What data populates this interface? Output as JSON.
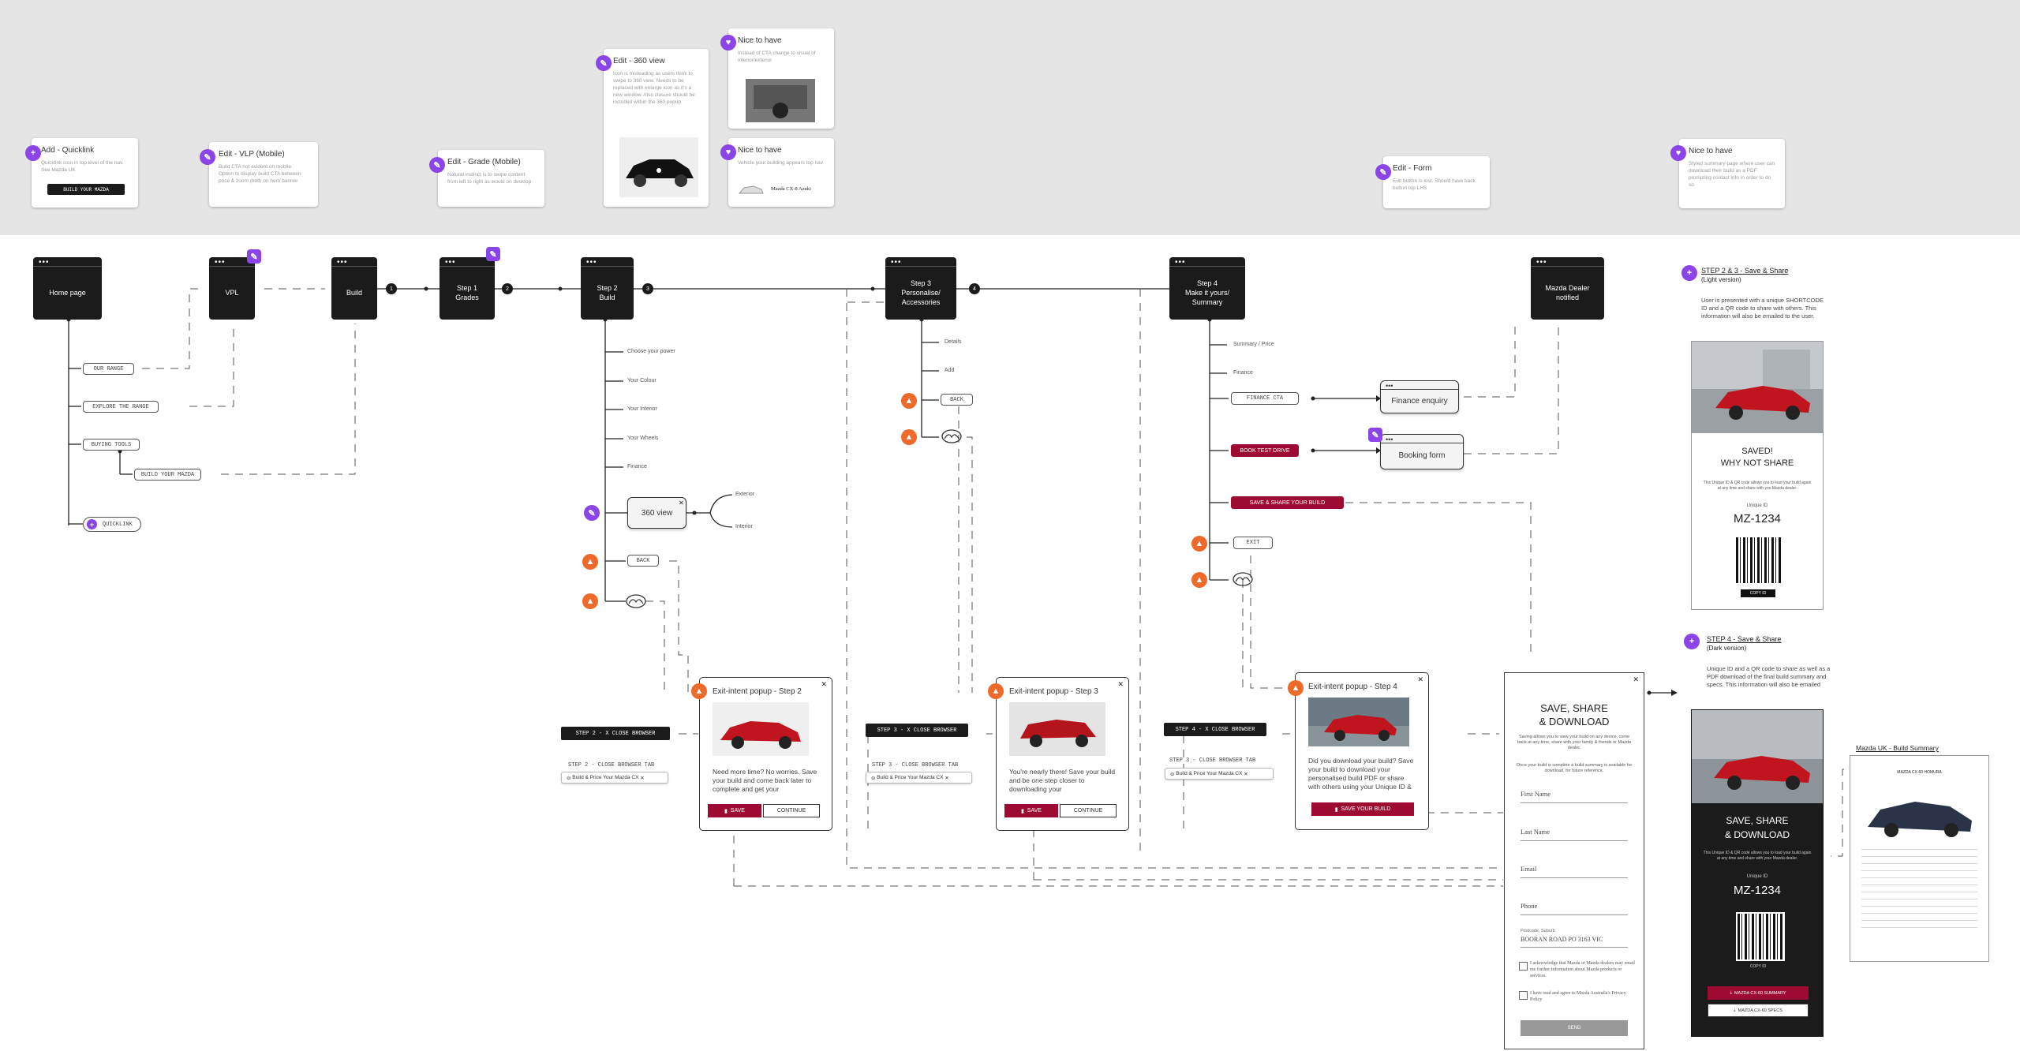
{
  "notes": {
    "quicklink": {
      "title": "Add - Quicklink",
      "body": "Quicklink icon in top level of the nav. See Mazda UK",
      "cta": "BUILD YOUR MAZDA"
    },
    "vlp": {
      "title": "Edit - VLP (Mobile)",
      "body": "Build CTA not evident on mobile. Option to display build CTA between price & zoom (both on hero banner"
    },
    "grade": {
      "title": "Edit - Grade (Mobile)",
      "body": "Natural instinct is to swipe content from left to right as would on desktop"
    },
    "view360": {
      "title": "Edit - 360 view",
      "body": "Icon is misleading as users think to swipe to 360 view. Needs to be replaced with enlarge icon as it's a new window. Also closure should be included within the 360 popup"
    },
    "nice1": {
      "title": "Nice to have",
      "body": "Instead of CTA change to visual of interior/exterior"
    },
    "nice2": {
      "title": "Nice to have",
      "body": "Vehicle your building appears top nav",
      "car": "Mazda CX-8 Azuki"
    },
    "form": {
      "title": "Edit - Form",
      "body": "Edit button is lost. Should have back button top LHS"
    },
    "nice3": {
      "title": "Nice to have",
      "body": "Styled summary page where user can download their build as a PDF prompting contact info in order to do so"
    }
  },
  "screens": {
    "home": "Home page",
    "vpl": "VPL",
    "build": "Build",
    "step1": "Step 1\nGrades",
    "step2": "Step 2\nBuild",
    "step3": "Step 3\nPersonalise/\nAccessories",
    "step4": "Step 4\nMake it yours/\nSummary",
    "dealer": "Mazda Dealer\nnotified"
  },
  "step_numbers": [
    "1",
    "2",
    "3",
    "4"
  ],
  "home_items": {
    "our_range": "OUR RANGE",
    "explore": "EXPLORE THE RANGE",
    "buying": "BUYING TOOLS",
    "build_mazda": "BUILD YOUR MAZDA",
    "quicklink": "QUICKLINK"
  },
  "step2_items": [
    "Choose your power",
    "Your Colour",
    "Your Interior",
    "Your Wheels",
    "Finance"
  ],
  "view360": {
    "label": "360 view",
    "exterior": "Exterior",
    "interior": "Interior"
  },
  "back": "BACK",
  "step3_items": [
    "Details",
    "Add"
  ],
  "step4_items": [
    "Summary / Price",
    "Finance"
  ],
  "step4_ctas": {
    "finance": "FINANCE CTA",
    "test_drive": "BOOK TEST DRIVE",
    "save_share": "SAVE & SHARE YOUR BUILD",
    "exit": "EXIT"
  },
  "boxes": {
    "finance_enquiry": "Finance enquiry",
    "booking_form": "Booking form"
  },
  "popups": {
    "p2": {
      "title": "Exit-intent popup - Step 2",
      "body": "Need more time? No worries. Save your build and come back later to complete and get your",
      "save": "SAVE",
      "continue": "CONTINUE"
    },
    "p3": {
      "title": "Exit-intent popup - Step 3",
      "body": "You're nearly there! Save your build and be one step closer to downloading your",
      "save": "SAVE",
      "continue": "CONTINUE"
    },
    "p4": {
      "title": "Exit-intent popup - Step 4",
      "body": "Did you download your build? Save your build to download your personalised build PDF or share with others using your Unique ID &",
      "save": "SAVE YOUR BUILD"
    }
  },
  "browser": {
    "s2_close": "STEP 2 - X CLOSE BROWSER",
    "s2_tab": "STEP 2 - CLOSE BROWSER TAB",
    "s3_close": "STEP 3 - X CLOSE BROWSER",
    "s3_tab": "STEP 3 - CLOSE BROWSER TAB",
    "s4_close": "STEP 4 - X CLOSE BROWSER",
    "s4_tab": "STEP 3 - CLOSE BROWSER TAB",
    "tab_text": "Build & Price Your Mazda CX"
  },
  "form": {
    "title": "SAVE, SHARE\n& DOWNLOAD",
    "intro": "Saving allows you to view your build on any device, come back at any time, share with your family & friends or Mazda dealer.",
    "intro2": "Once your build is complete a build summary is available for download, for future reference.",
    "first": "First Name",
    "last": "Last Name",
    "email": "Email",
    "phone": "Phone",
    "postcode_label": "Postcode, Suburb",
    "postcode": "BOORAN ROAD PO 3163 VIC",
    "check1": "I acknowledge that Mazda or Mazda dealers may email me further information about Mazda products or services.",
    "check2": "I have read and agree to Mazda Australia's Privacy Policy",
    "send": "SEND"
  },
  "light": {
    "title": "STEP 2 & 3 - Save & Share",
    "sub": "(Light version)",
    "desc": "User is presented with a unique SHORTCODE ID and a QR code to share with others. This information will also be emailed to the user.",
    "saved": "SAVED!\nWHY NOT SHARE",
    "small": "This Unique ID & QR code allows you to load your build again at any time and share with you Mazda dealer.",
    "uid": "Unique ID",
    "code": "MZ-1234",
    "copy": "COPY ID"
  },
  "dark": {
    "title": "STEP 4 - Save & Share",
    "sub": "(Dark version)",
    "desc": "Unique ID and a QR code to share as well as a PDF download of the final build summary and specs. This information will also be emailed",
    "heading": "SAVE, SHARE\n& DOWNLOAD",
    "small": "This Unique ID & QR code allows you to load your build again at any time and share with your Mazda dealer.",
    "uid": "Unique ID",
    "code": "MZ-1234",
    "copy": "COPY ID",
    "btn1": "MAZDA CX-60 SUMMARY",
    "btn2": "MAZDA CX-60 SPECS"
  },
  "summary": {
    "title": "Mazda UK - Build Summary",
    "model": "MAZDA CX-60 HOMURA"
  },
  "colors": {
    "purple": "#8b44e8",
    "orange": "#ee6a2a",
    "crimson": "#9d0b32",
    "dark": "#1b1b1b",
    "band": "#e5e5e5"
  }
}
